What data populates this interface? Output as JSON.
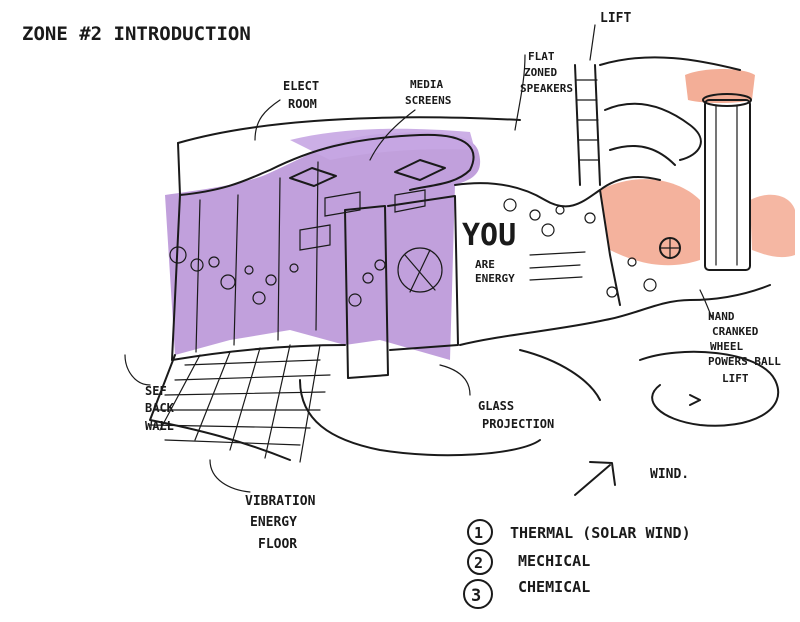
{
  "title": "ZONE #2 INTRODUCTION",
  "labels": {
    "lift": "LIFT",
    "flat_zoned_speakers": [
      "FLAT",
      "ZONED",
      "SPEAKERS"
    ],
    "media_screens": [
      "MEDIA",
      "SCREENS"
    ],
    "elect_room": [
      "ELECT",
      "ROOM"
    ],
    "wall_you": "YOU",
    "wall_are_energy": [
      "ARE",
      "ENERGY"
    ],
    "hand_cranked": [
      "HAND",
      "CRANKED",
      "WHEEL",
      "POWERS BALL",
      "LIFT"
    ],
    "sef_back_wall": [
      "SEF",
      "BACK",
      "WALL"
    ],
    "glass_projection": [
      "GLASS",
      "PROJECTION"
    ],
    "wind": "WIND.",
    "vibration_floor": [
      "VIBRATION",
      "ENERGY",
      "FLOOR"
    ]
  },
  "legend": [
    {
      "num": "1",
      "text": "THERMAL (SOLAR WIND)"
    },
    {
      "num": "2",
      "text": "MECHICAL"
    },
    {
      "num": "3",
      "text": "CHEMICAL"
    }
  ],
  "colors": {
    "purple_wall": "#b68fd6",
    "salmon_accent": "#f2a58c",
    "lift_tube": "#f5c7b4",
    "ink": "#1a1a1a"
  }
}
